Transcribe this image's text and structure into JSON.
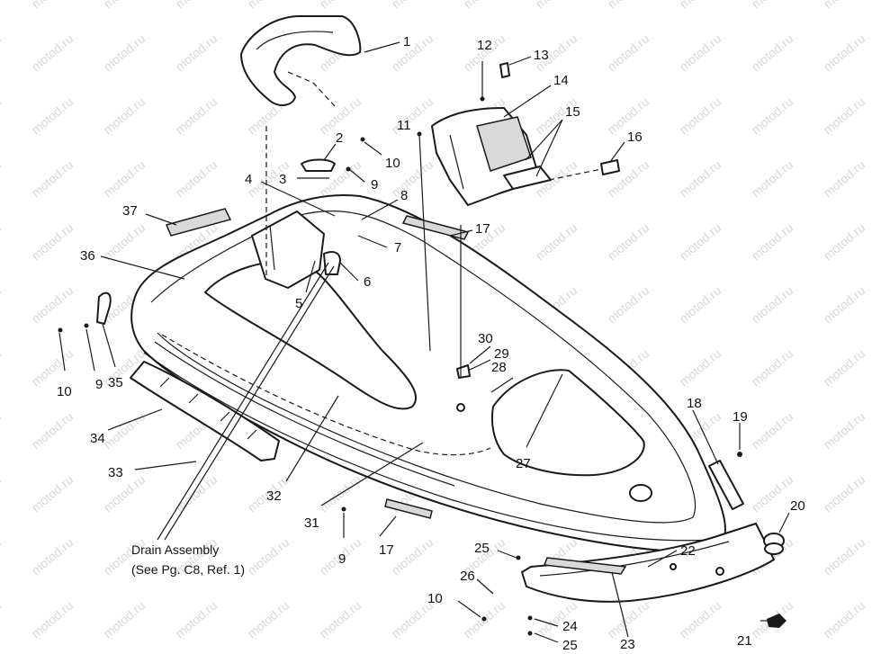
{
  "watermark_text": "motod.ru",
  "note": {
    "line1": "Drain Assembly",
    "line2": "(See Pg. C8, Ref. 1)"
  },
  "callouts": [
    {
      "id": "c1",
      "label": "1"
    },
    {
      "id": "c2",
      "label": "2"
    },
    {
      "id": "c3",
      "label": "3"
    },
    {
      "id": "c4",
      "label": "4"
    },
    {
      "id": "c5",
      "label": "5"
    },
    {
      "id": "c6",
      "label": "6"
    },
    {
      "id": "c7",
      "label": "7"
    },
    {
      "id": "c8",
      "label": "8"
    },
    {
      "id": "c9a",
      "label": "9"
    },
    {
      "id": "c9b",
      "label": "9"
    },
    {
      "id": "c9c",
      "label": "9"
    },
    {
      "id": "c10a",
      "label": "10"
    },
    {
      "id": "c10b",
      "label": "10"
    },
    {
      "id": "c10c",
      "label": "10"
    },
    {
      "id": "c11",
      "label": "11"
    },
    {
      "id": "c12",
      "label": "12"
    },
    {
      "id": "c13",
      "label": "13"
    },
    {
      "id": "c14",
      "label": "14"
    },
    {
      "id": "c15",
      "label": "15"
    },
    {
      "id": "c16",
      "label": "16"
    },
    {
      "id": "c17a",
      "label": "17"
    },
    {
      "id": "c17b",
      "label": "17"
    },
    {
      "id": "c18",
      "label": "18"
    },
    {
      "id": "c19",
      "label": "19"
    },
    {
      "id": "c20",
      "label": "20"
    },
    {
      "id": "c21",
      "label": "21"
    },
    {
      "id": "c22",
      "label": "22"
    },
    {
      "id": "c23",
      "label": "23"
    },
    {
      "id": "c24",
      "label": "24"
    },
    {
      "id": "c25a",
      "label": "25"
    },
    {
      "id": "c25b",
      "label": "25"
    },
    {
      "id": "c26",
      "label": "26"
    },
    {
      "id": "c27",
      "label": "27"
    },
    {
      "id": "c28",
      "label": "28"
    },
    {
      "id": "c29",
      "label": "29"
    },
    {
      "id": "c30",
      "label": "30"
    },
    {
      "id": "c31",
      "label": "31"
    },
    {
      "id": "c32",
      "label": "32"
    },
    {
      "id": "c33",
      "label": "33"
    },
    {
      "id": "c34",
      "label": "34"
    },
    {
      "id": "c35",
      "label": "35"
    },
    {
      "id": "c36",
      "label": "36"
    },
    {
      "id": "c37",
      "label": "37"
    }
  ]
}
